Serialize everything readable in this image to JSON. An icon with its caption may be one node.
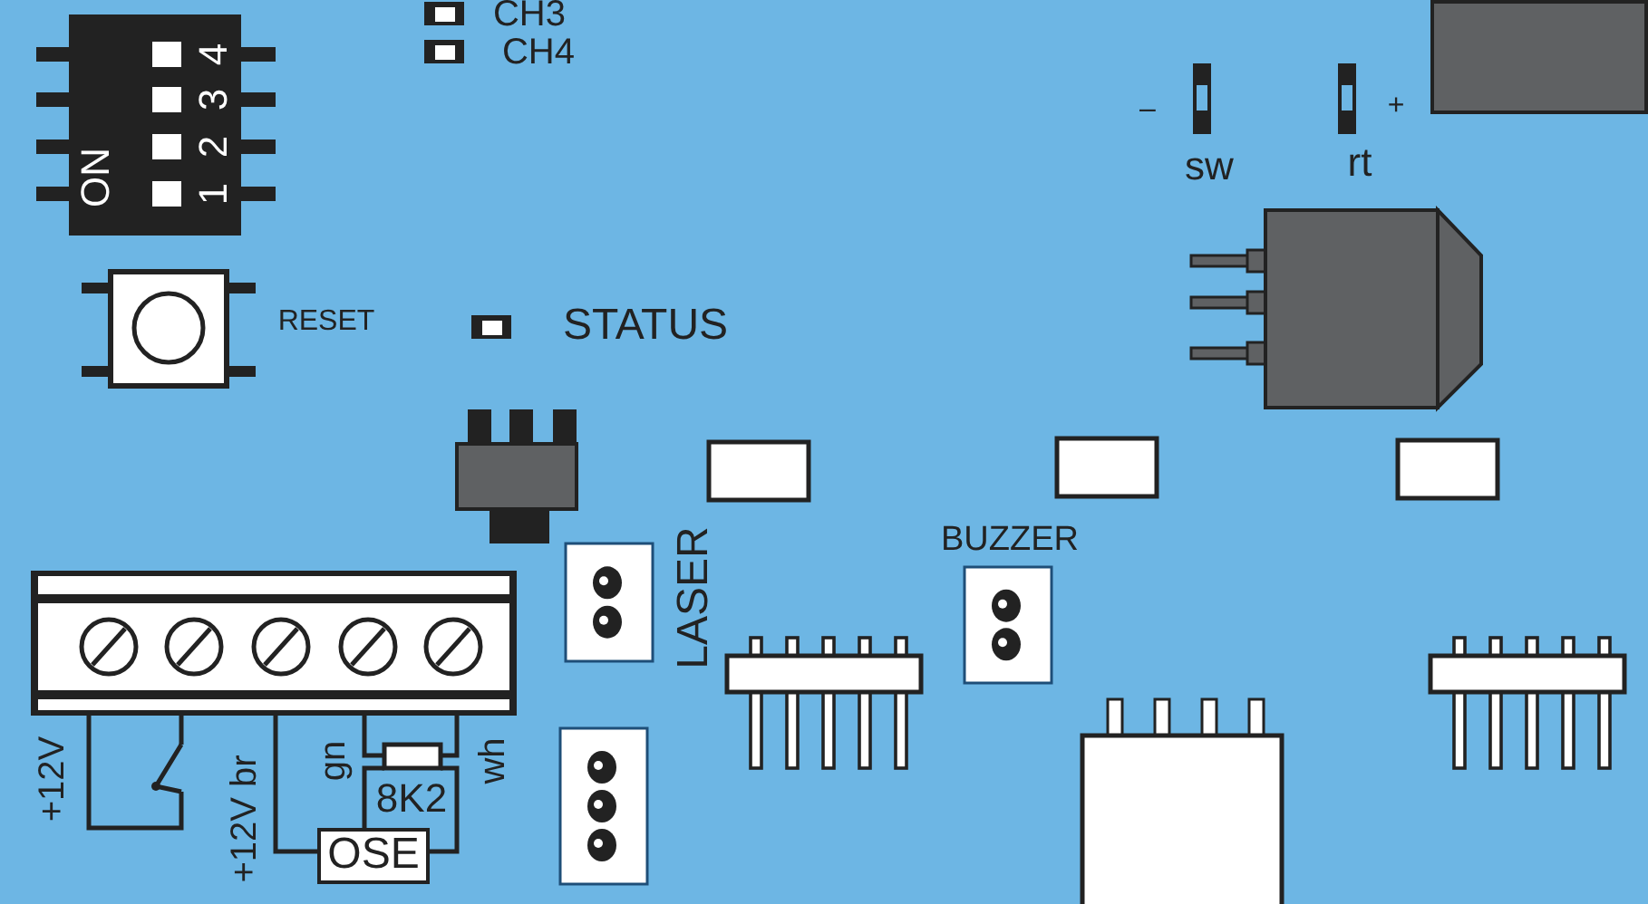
{
  "diagram": {
    "nodes": [
      {
        "text": [],
        "shape": "box"
      },
      {
        "text": [],
        "shape": "switch"
      },
      {
        "text": [],
        "shape": "box"
      },
      {
        "text": [
          "OSE"
        ]
      }
    ],
    "edges": [
      {
        "from": 0,
        "to": 1,
        "arrow": "none"
      },
      {
        "from": 1,
        "to": 0,
        "arrow": "none"
      },
      {
        "from": 0,
        "to": 3,
        "arrow": "none"
      },
      {
        "from": 0,
        "to": 2,
        "arrow": "none"
      },
      {
        "from": 0,
        "to": 2,
        "arrow": "none"
      },
      {
        "from": 2,
        "to": 3,
        "arrow": "none"
      },
      {
        "from": 2,
        "to": 3,
        "arrow": "none"
      }
    ],
    "labels": [
      "CH3",
      "CH4",
      "4",
      "3",
      "2",
      "1",
      "ON",
      "–",
      "+",
      "sw",
      "rt",
      "RESET",
      "STATUS",
      "LASER",
      "BUZZER",
      "+12V",
      "+12V br",
      "gn",
      "wh",
      "8K2"
    ]
  }
}
